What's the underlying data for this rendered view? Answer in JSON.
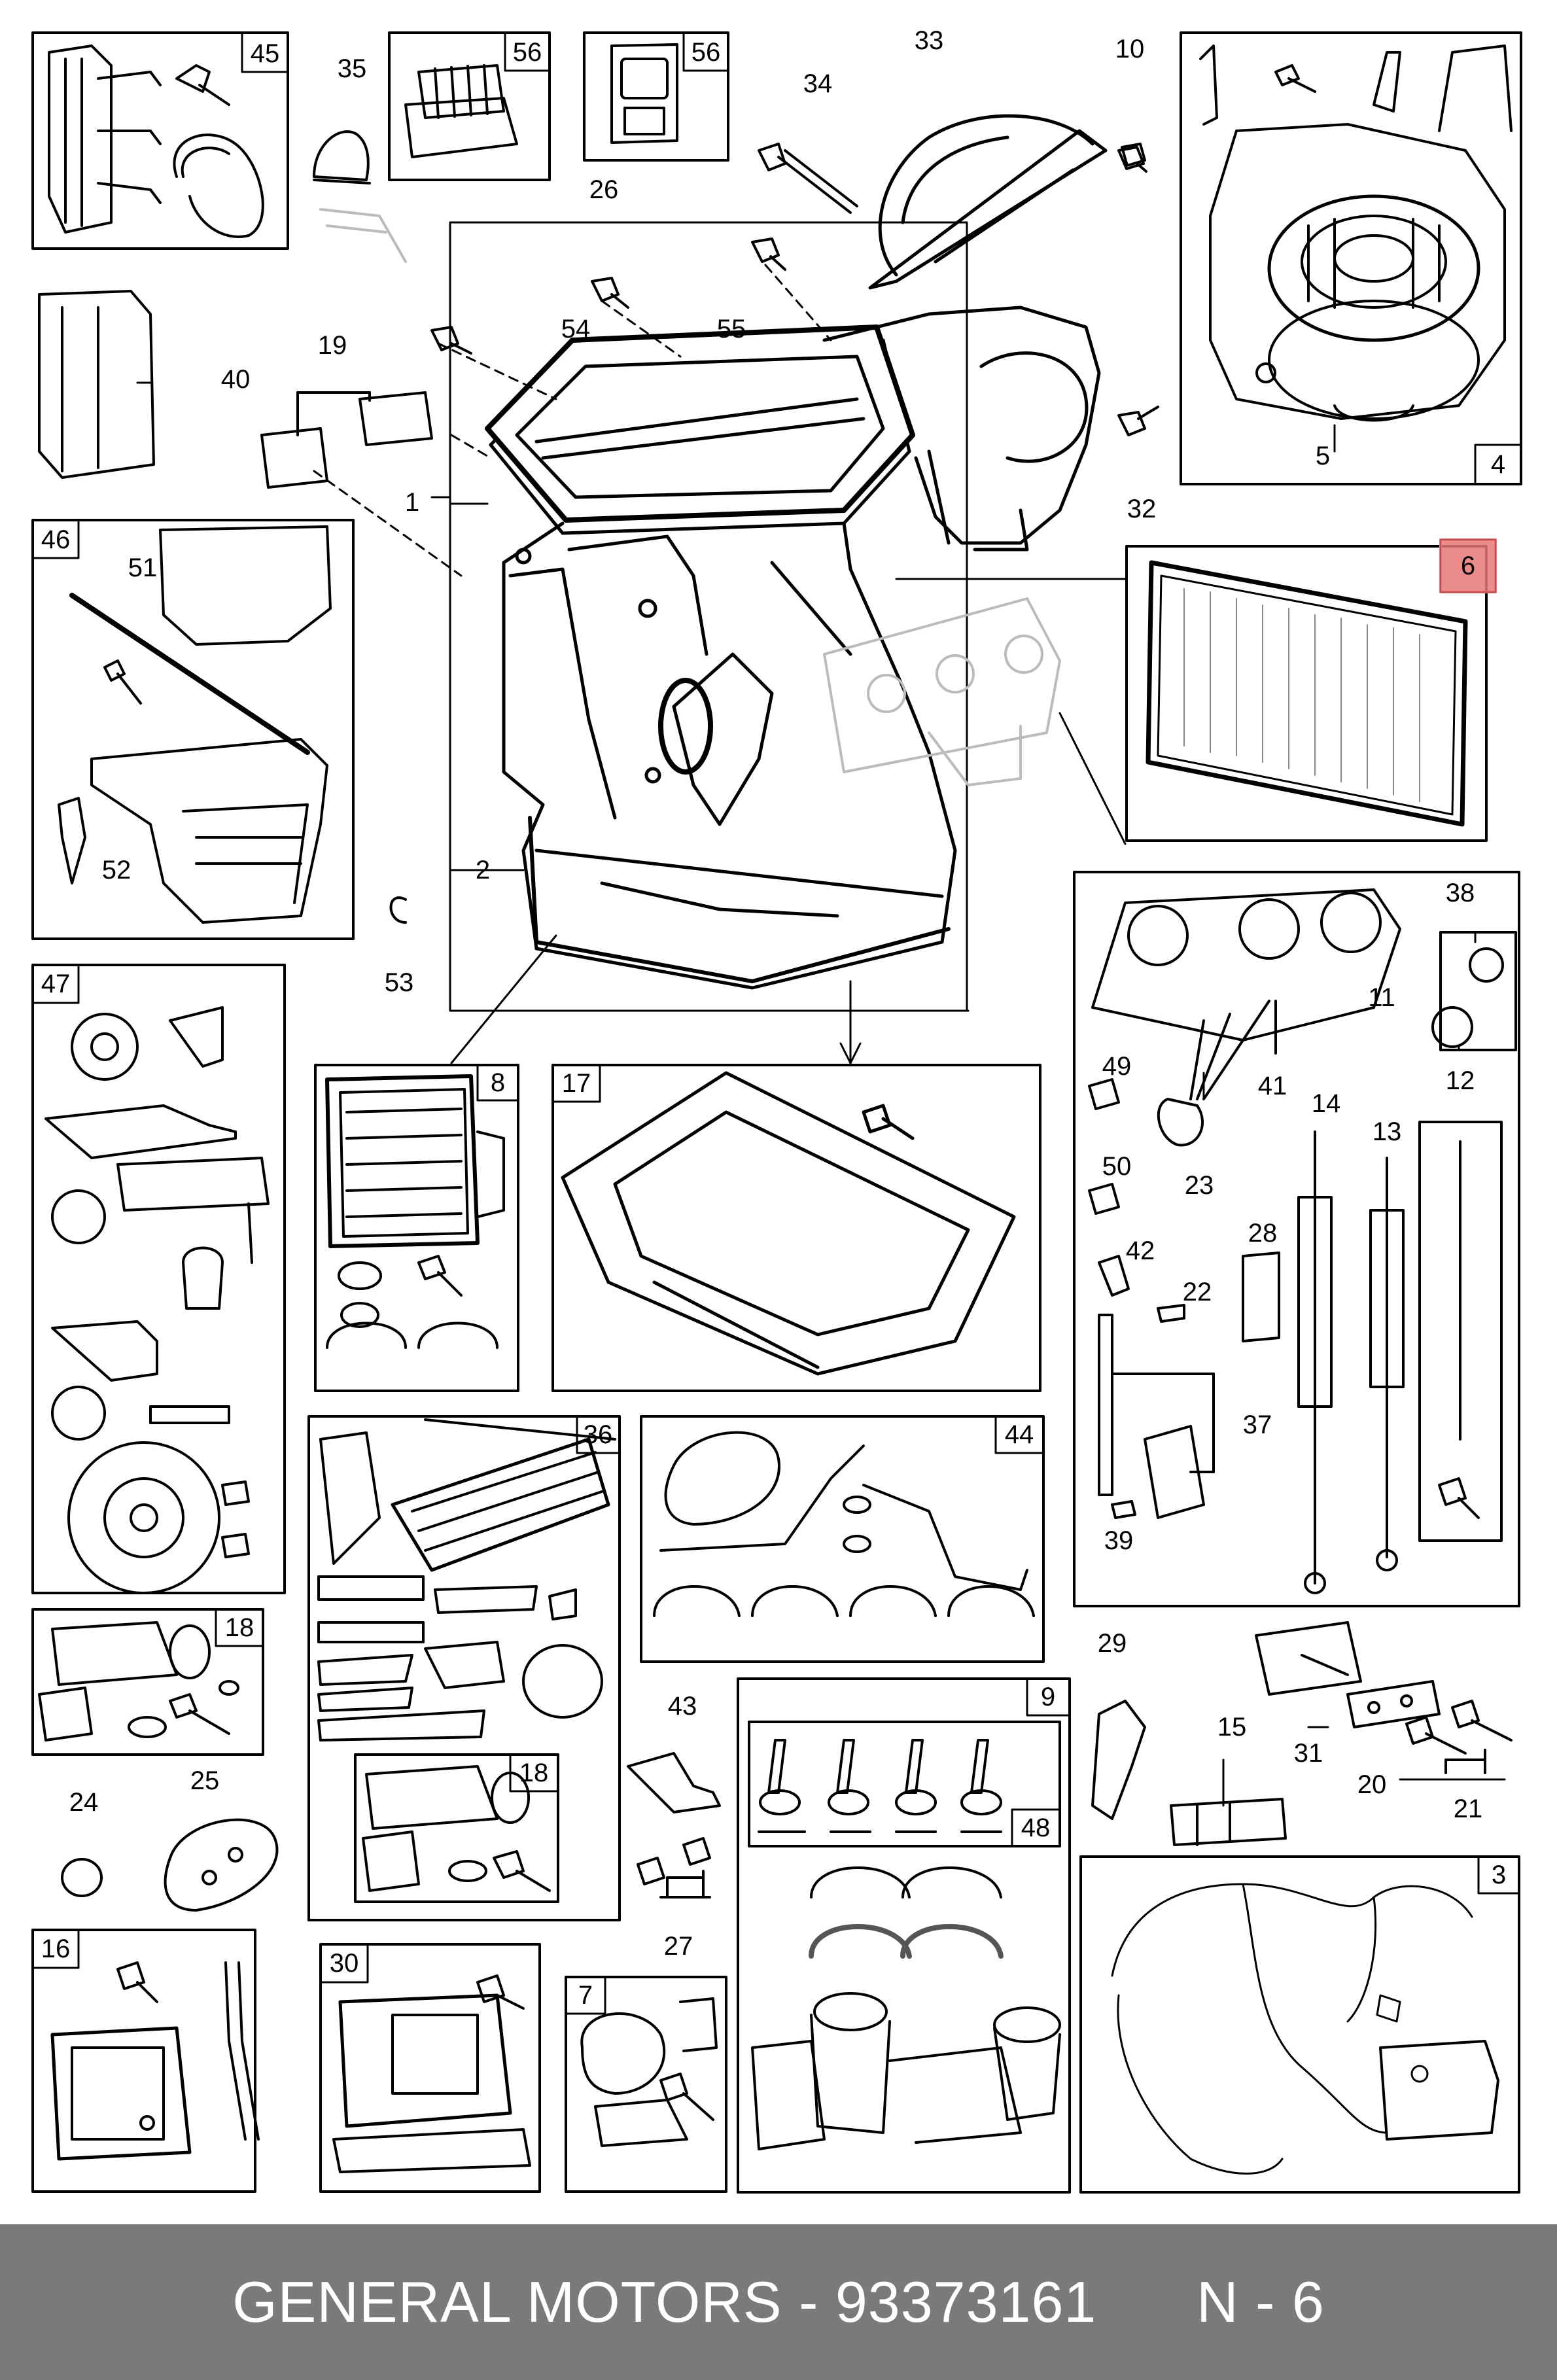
{
  "footer": {
    "brand": "GENERAL MOTORS",
    "separator": "-",
    "part_number": "93373161",
    "page_ref": "N - 6"
  },
  "highlight_color": "#e87878",
  "callouts": {
    "c1": "1",
    "c2": "2",
    "c3": "3",
    "c4": "4",
    "c5": "5",
    "c6": "6",
    "c7": "7",
    "c8": "8",
    "c9": "9",
    "c10": "10",
    "c11": "11",
    "c12": "12",
    "c13": "13",
    "c14": "14",
    "c15": "15",
    "c16": "16",
    "c17": "17",
    "c18a": "18",
    "c18b": "18",
    "c19": "19",
    "c20": "20",
    "c21": "21",
    "c22": "22",
    "c23": "23",
    "c24": "24",
    "c25": "25",
    "c26": "26",
    "c27": "27",
    "c28": "28",
    "c29": "29",
    "c30": "30",
    "c31": "31",
    "c32": "32",
    "c33": "33",
    "c34": "34",
    "c35": "35",
    "c36": "36",
    "c37": "37",
    "c38": "38",
    "c39": "39",
    "c40": "40",
    "c41": "41",
    "c42": "42",
    "c43": "43",
    "c44": "44",
    "c45": "45",
    "c46": "46",
    "c47": "47",
    "c48": "48",
    "c49": "49",
    "c50": "50",
    "c51": "51",
    "c52": "52",
    "c53": "53",
    "c54": "54",
    "c55": "55",
    "c56a": "56",
    "c56b": "56"
  }
}
